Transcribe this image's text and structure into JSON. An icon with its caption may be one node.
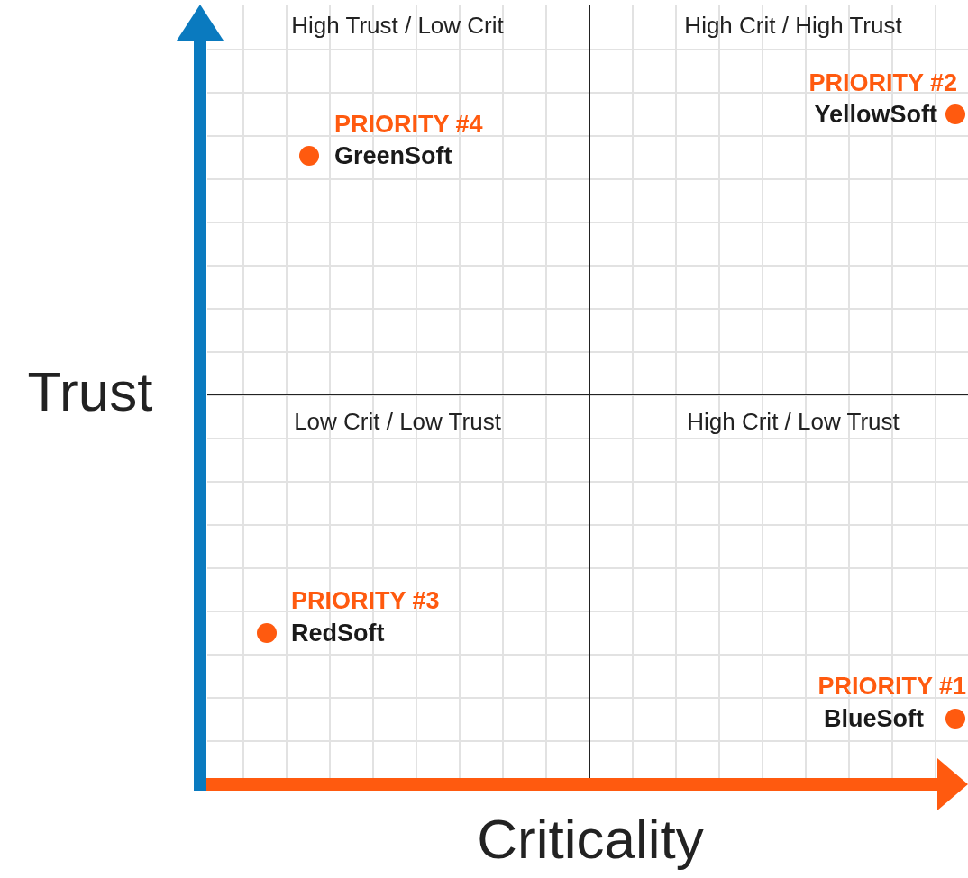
{
  "diagram": {
    "labels": [
      "High Trust / Low Crit",
      "High Crit / High Trust",
      "Low Crit / Low Trust",
      "High Crit / Low Trust",
      "PRIORITY #4",
      "GreenSoft",
      "PRIORITY #2",
      "YellowSoft",
      "PRIORITY #3",
      "RedSoft",
      "PRIORITY #1",
      "BlueSoft",
      "Trust",
      "Criticality"
    ]
  }
}
